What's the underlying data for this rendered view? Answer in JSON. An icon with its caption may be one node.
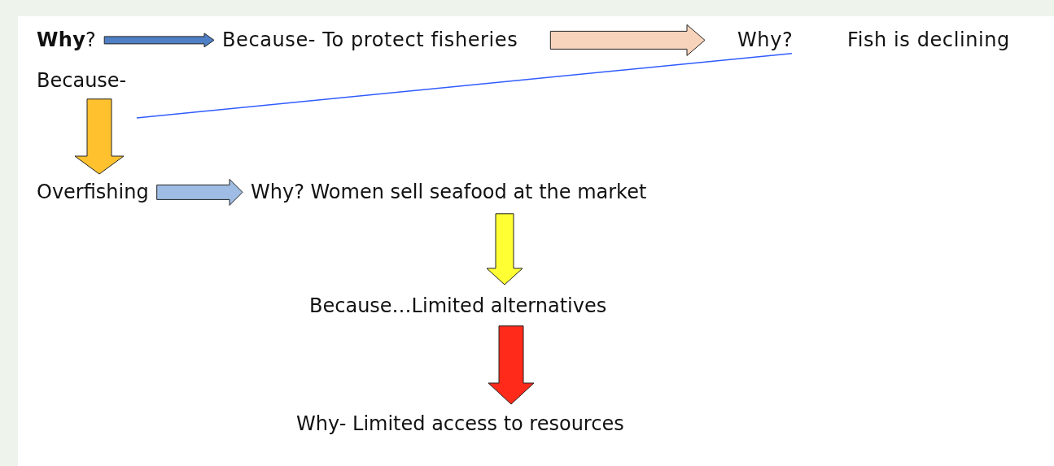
{
  "diagram": {
    "nodes": [
      {
        "text": [
          "**Why**?"
        ]
      },
      {
        "text": [
          "Because- To protect fisheries"
        ]
      },
      {
        "text": [
          "Why?"
        ]
      },
      {
        "text": [
          "Fish is declining"
        ]
      },
      {
        "text": [
          "Because-"
        ]
      },
      {
        "text": [
          "Overfishing"
        ]
      },
      {
        "text": [
          "Why? Women sell seafood at the market"
        ]
      },
      {
        "text": [
          "Because…Limited alternatives"
        ]
      },
      {
        "text": [
          "Why- Limited access to resources"
        ]
      }
    ],
    "edges": [
      {
        "from": 0,
        "to": 1,
        "arrow": "to",
        "color": "#4f7fc4"
      },
      {
        "from": 1,
        "to": 2,
        "arrow": "to",
        "color": "#f8d3bc"
      },
      {
        "from": 2,
        "to": null,
        "arrow": "none",
        "color": "#2f5bff"
      },
      {
        "from": 4,
        "to": 5,
        "arrow": "to",
        "color": "#ffc22e"
      },
      {
        "from": 5,
        "to": 6,
        "arrow": "to",
        "color": "#9fbde4"
      },
      {
        "from": 6,
        "to": 7,
        "arrow": "to",
        "color": "#ffff33"
      },
      {
        "from": 7,
        "to": 8,
        "arrow": "to",
        "color": "#ff2a1a"
      }
    ]
  }
}
